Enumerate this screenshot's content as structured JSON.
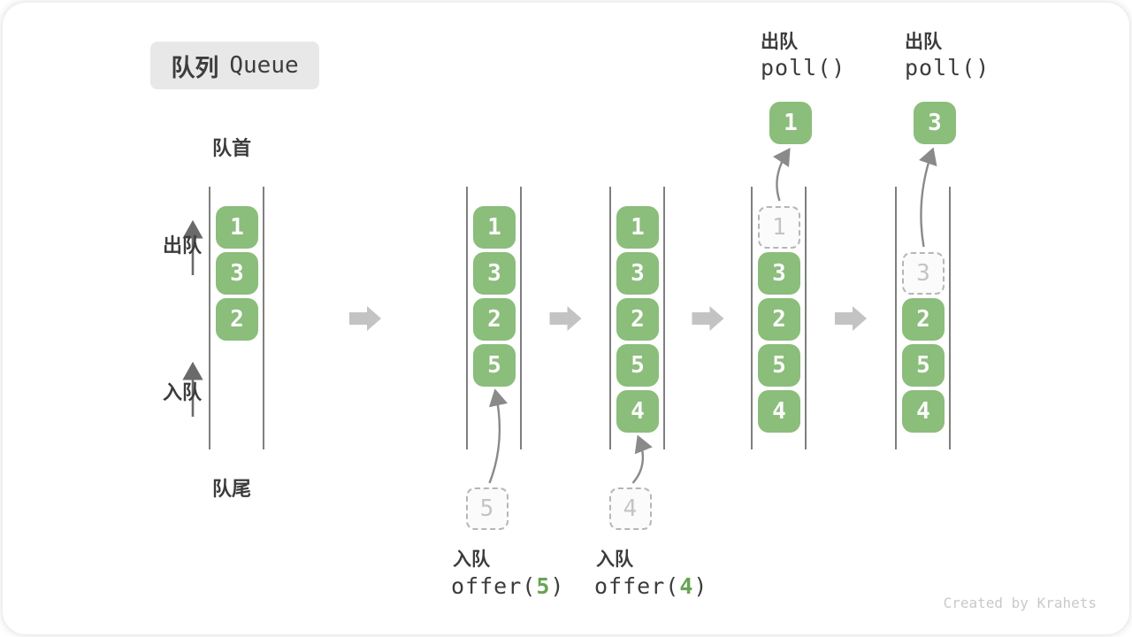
{
  "title": {
    "zh": "队列",
    "en": "Queue"
  },
  "labels": {
    "front": "队首",
    "rear": "队尾",
    "dequeue_side": "出队",
    "enqueue_side": "入队"
  },
  "watermark": "Created by Krahets",
  "colors": {
    "cell_green": "#8bbd7b",
    "cell_text": "#fdfdfd",
    "ghost_border": "#b6b6b6",
    "ghost_fill": "#fbfbfb",
    "ghost_text": "#c4c4c4",
    "dark_text": "#3c3c3c",
    "code_arg_green": "#67a455",
    "flow_arrow_gray": "#c3c3c3",
    "thin_arrow_gray": "#8a8a8a",
    "wall_gray": "#5f5f5f",
    "title_bg": "#e8e8e8",
    "watermark_gray": "#c9c9c9"
  },
  "states": [
    {
      "cells": [
        {
          "slot": 0,
          "value": "1",
          "ghost": false
        },
        {
          "slot": 1,
          "value": "3",
          "ghost": false
        },
        {
          "slot": 2,
          "value": "2",
          "ghost": false
        }
      ],
      "op": null
    },
    {
      "cells": [
        {
          "slot": 0,
          "value": "1",
          "ghost": false
        },
        {
          "slot": 1,
          "value": "3",
          "ghost": false
        },
        {
          "slot": 2,
          "value": "2",
          "ghost": false
        },
        {
          "slot": 3,
          "value": "5",
          "ghost": false
        }
      ],
      "op": {
        "kind": "enqueue",
        "label": "入队",
        "code_before": "offer(",
        "code_arg": "5",
        "code_after": ")",
        "ghost_value": "5"
      }
    },
    {
      "cells": [
        {
          "slot": 0,
          "value": "1",
          "ghost": false
        },
        {
          "slot": 1,
          "value": "3",
          "ghost": false
        },
        {
          "slot": 2,
          "value": "2",
          "ghost": false
        },
        {
          "slot": 3,
          "value": "5",
          "ghost": false
        },
        {
          "slot": 4,
          "value": "4",
          "ghost": false
        }
      ],
      "op": {
        "kind": "enqueue",
        "label": "入队",
        "code_before": "offer(",
        "code_arg": "4",
        "code_after": ")",
        "ghost_value": "4"
      }
    },
    {
      "cells": [
        {
          "slot": 0,
          "value": "1",
          "ghost": true
        },
        {
          "slot": 1,
          "value": "3",
          "ghost": false
        },
        {
          "slot": 2,
          "value": "2",
          "ghost": false
        },
        {
          "slot": 3,
          "value": "5",
          "ghost": false
        },
        {
          "slot": 4,
          "value": "4",
          "ghost": false
        }
      ],
      "op": {
        "kind": "dequeue",
        "label": "出队",
        "code": "poll()",
        "value": "1"
      }
    },
    {
      "cells": [
        {
          "slot": 1,
          "value": "3",
          "ghost": true
        },
        {
          "slot": 2,
          "value": "2",
          "ghost": false
        },
        {
          "slot": 3,
          "value": "5",
          "ghost": false
        },
        {
          "slot": 4,
          "value": "4",
          "ghost": false
        }
      ],
      "op": {
        "kind": "dequeue",
        "label": "出队",
        "code": "poll()",
        "value": "3"
      }
    }
  ]
}
